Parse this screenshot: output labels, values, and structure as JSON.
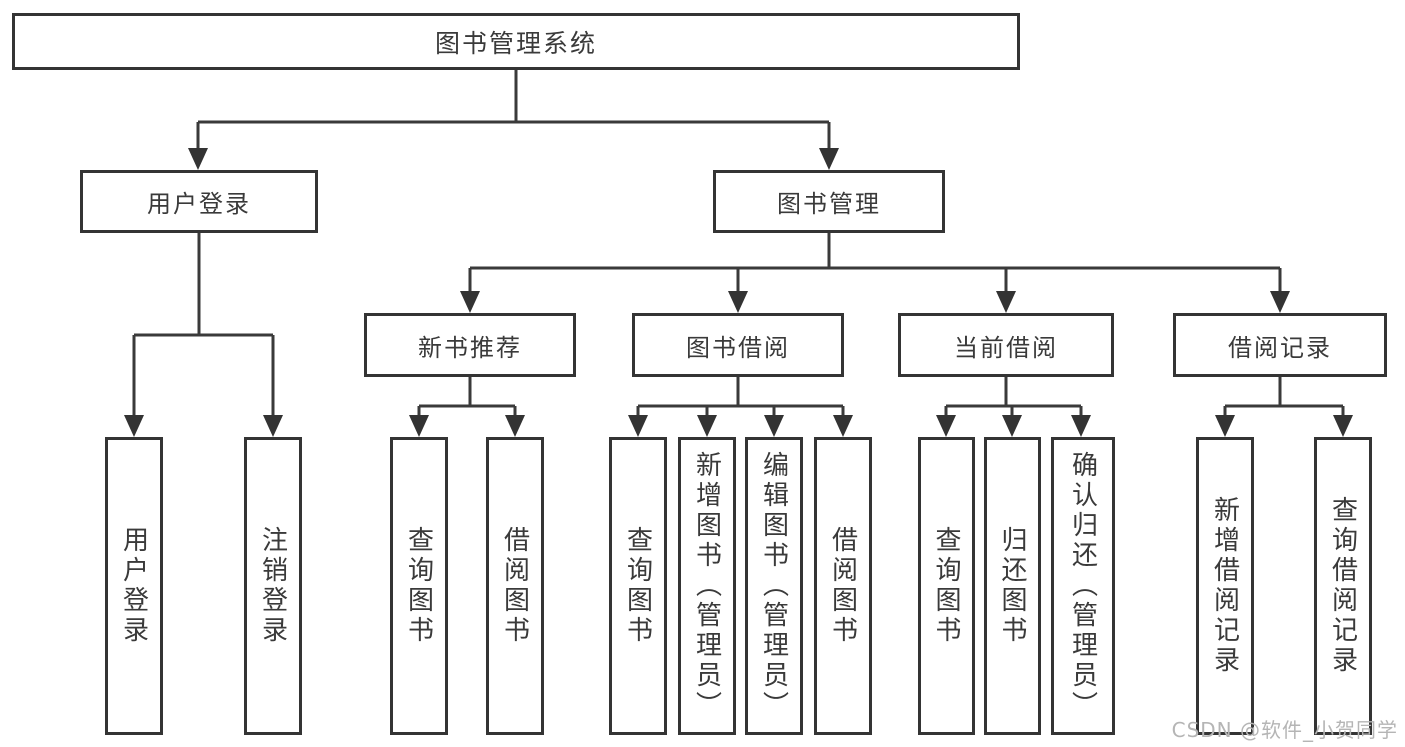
{
  "diagram": {
    "type": "hierarchy-tree",
    "colors": {
      "background": "#ffffff",
      "box_border": "#343434",
      "connector_line": "#3a3a3a",
      "text": "#3a3a3a",
      "watermark_text": "#b5b5b5"
    }
  },
  "tree": {
    "label": "图书管理系统",
    "children": [
      {
        "label": "用户登录",
        "children": [
          {
            "label": "用户登录"
          },
          {
            "label": "注销登录"
          }
        ]
      },
      {
        "label": "图书管理",
        "children": [
          {
            "label": "新书推荐",
            "children": [
              {
                "label": "查询图书"
              },
              {
                "label": "借阅图书"
              }
            ]
          },
          {
            "label": "图书借阅",
            "children": [
              {
                "label": "查询图书"
              },
              {
                "label": "新增图书（管理员）"
              },
              {
                "label": "编辑图书（管理员）"
              },
              {
                "label": "借阅图书"
              }
            ]
          },
          {
            "label": "当前借阅",
            "children": [
              {
                "label": "查询图书"
              },
              {
                "label": "归还图书"
              },
              {
                "label": "确认归还（管理员）"
              }
            ]
          },
          {
            "label": "借阅记录",
            "children": [
              {
                "label": "新增借阅记录"
              },
              {
                "label": "查询借阅记录"
              }
            ]
          }
        ]
      }
    ]
  },
  "watermark": {
    "text": "CSDN @软件_小贺同学"
  }
}
